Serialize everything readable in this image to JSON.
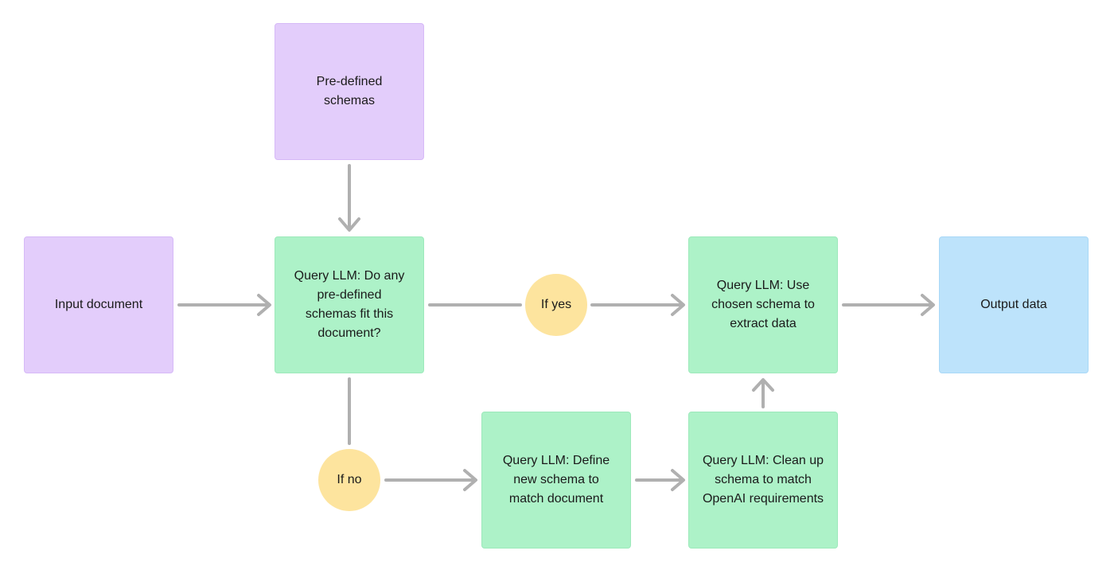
{
  "diagram": {
    "nodes": {
      "predefined_schemas": "Pre-defined\nschemas",
      "input_document": "Input document",
      "query_fit": "Query LLM: Do any\npre-defined\nschemas fit this\ndocument?",
      "if_yes": "If yes",
      "query_use": "Query LLM: Use\nchosen schema to\nextract data",
      "output_data": "Output data",
      "if_no": "If no",
      "query_define": "Query LLM: Define\nnew schema to\nmatch document",
      "query_clean": "Query LLM: Clean up\nschema to match\nOpenAI requirements"
    },
    "edges": [
      {
        "from": "predefined_schemas",
        "to": "query_fit"
      },
      {
        "from": "input_document",
        "to": "query_fit"
      },
      {
        "from": "query_fit",
        "to": "query_use",
        "via": "if_yes"
      },
      {
        "from": "query_use",
        "to": "output_data"
      },
      {
        "from": "query_fit",
        "to": "query_define",
        "via": "if_no"
      },
      {
        "from": "query_define",
        "to": "query_clean"
      },
      {
        "from": "query_clean",
        "to": "query_use"
      }
    ],
    "colors": {
      "source_fill": "#e3cdfb",
      "process_fill": "#adf2c8",
      "output_fill": "#bde3fb",
      "decision_fill": "#fde49e",
      "arrow": "#b0b0b0"
    }
  }
}
